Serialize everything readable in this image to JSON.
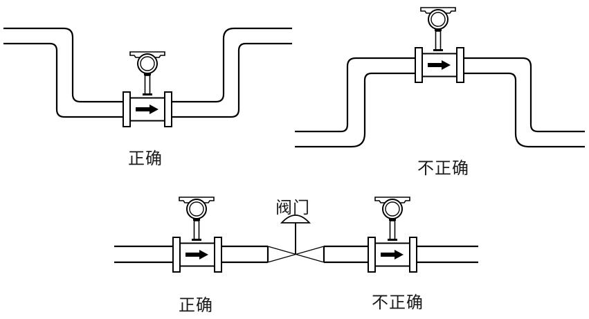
{
  "diagram": {
    "title": "Flowmeter installation positions",
    "scenarios": [
      {
        "id": "top-left",
        "pipe_shape": "dip",
        "label": "正确",
        "verdict": "correct"
      },
      {
        "id": "top-right",
        "pipe_shape": "hump",
        "label": "不正确",
        "verdict": "incorrect"
      },
      {
        "id": "bottom-left",
        "pipe_shape": "straight-upstream-of-valve",
        "label": "正确",
        "verdict": "correct"
      },
      {
        "id": "bottom-right",
        "pipe_shape": "straight-downstream-of-valve",
        "label": "不正确",
        "verdict": "incorrect"
      }
    ],
    "valve": {
      "label": "阀门"
    },
    "flow_direction": "left-to-right",
    "icons": {
      "meter": "flowmeter-icon",
      "valve": "gate-valve-icon",
      "arrow": "flow-arrow-icon"
    }
  }
}
